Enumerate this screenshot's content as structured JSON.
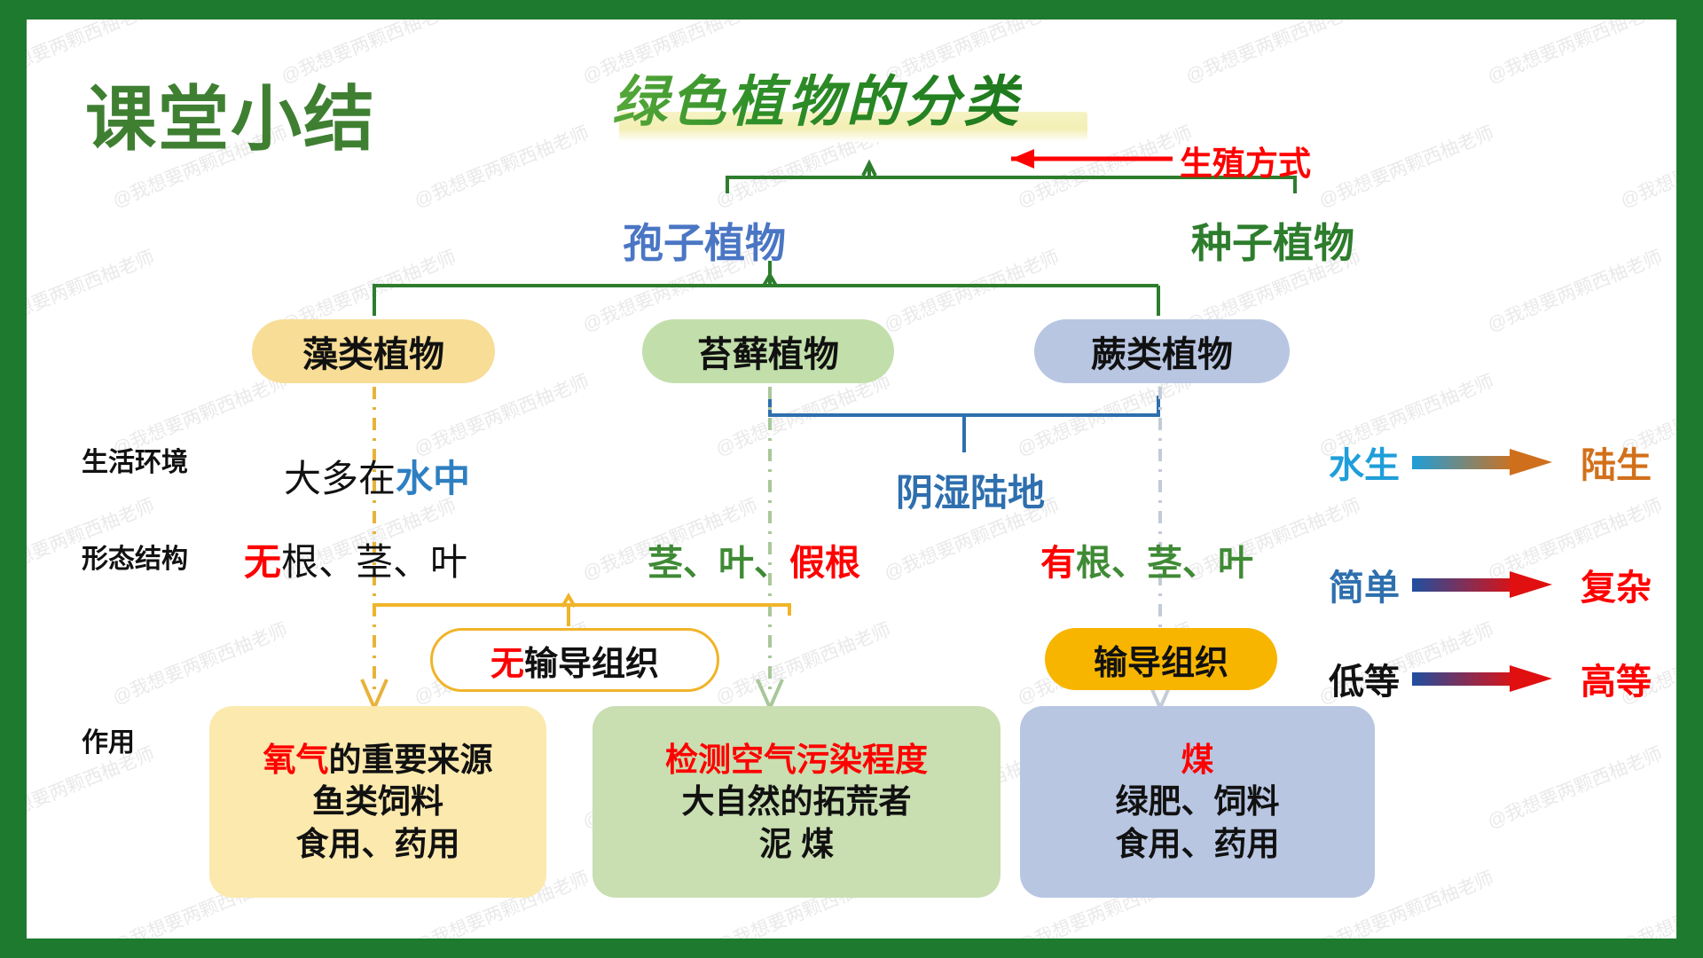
{
  "page": {
    "lesson_title": "课堂小结",
    "main_title": "绿色植物的分类",
    "border_color": "#1e7a2e",
    "background": "#ffffff"
  },
  "watermark": {
    "text": "@我想要两颗西柚老师"
  },
  "criterion": {
    "label": "生殖方式",
    "color": "#ff0000",
    "arrow_direction": "left"
  },
  "level1": [
    {
      "label": "孢子植物",
      "color": "#4a76c4"
    },
    {
      "label": "种子植物",
      "color": "#2d7d2d"
    }
  ],
  "categories": [
    {
      "id": "algae",
      "label": "藻类植物",
      "fill": "#f7dd96"
    },
    {
      "id": "moss",
      "label": "苔藓植物",
      "fill": "#c2dfab"
    },
    {
      "id": "fern",
      "label": "蕨类植物",
      "fill": "#b8c6e2"
    }
  ],
  "rows": {
    "environment": {
      "label": "生活环境",
      "algae_prefix": "大多在",
      "algae_highlight": "水中",
      "shared_moist": "阴湿陆地"
    },
    "morphology": {
      "label": "形态结构",
      "algae_red": "无",
      "algae_rest": "根、茎、叶",
      "moss_green": "茎、叶、",
      "moss_red": "假根",
      "fern_red": "有",
      "fern_green": "根、茎、叶"
    },
    "use": {
      "label": "作用"
    }
  },
  "tissue": {
    "none_red": "无",
    "none_rest": "输导组织",
    "yes": "输导组织"
  },
  "uses": {
    "algae": {
      "line1_red": "氧气",
      "line1_rest": "的重要来源",
      "line2": "鱼类饲料",
      "line3": "食用、药用"
    },
    "moss": {
      "line1_red": "检测空气污染程度",
      "line2": "大自然的拓荒者",
      "line3": "泥 煤"
    },
    "fern": {
      "line1_red": "煤",
      "line2": "绿肥、饲料",
      "line3": "食用、药用"
    }
  },
  "gradients": [
    {
      "from": "水生",
      "to": "陆生",
      "from_color": "#1f9ed9",
      "to_color": "#d2701a"
    },
    {
      "from": "简单",
      "to": "复杂",
      "from_color": "#2e6fae",
      "to_color": "#ff0000"
    },
    {
      "from": "低等",
      "to": "高等",
      "from_color": "#111111",
      "to_color": "#ff0000"
    }
  ]
}
